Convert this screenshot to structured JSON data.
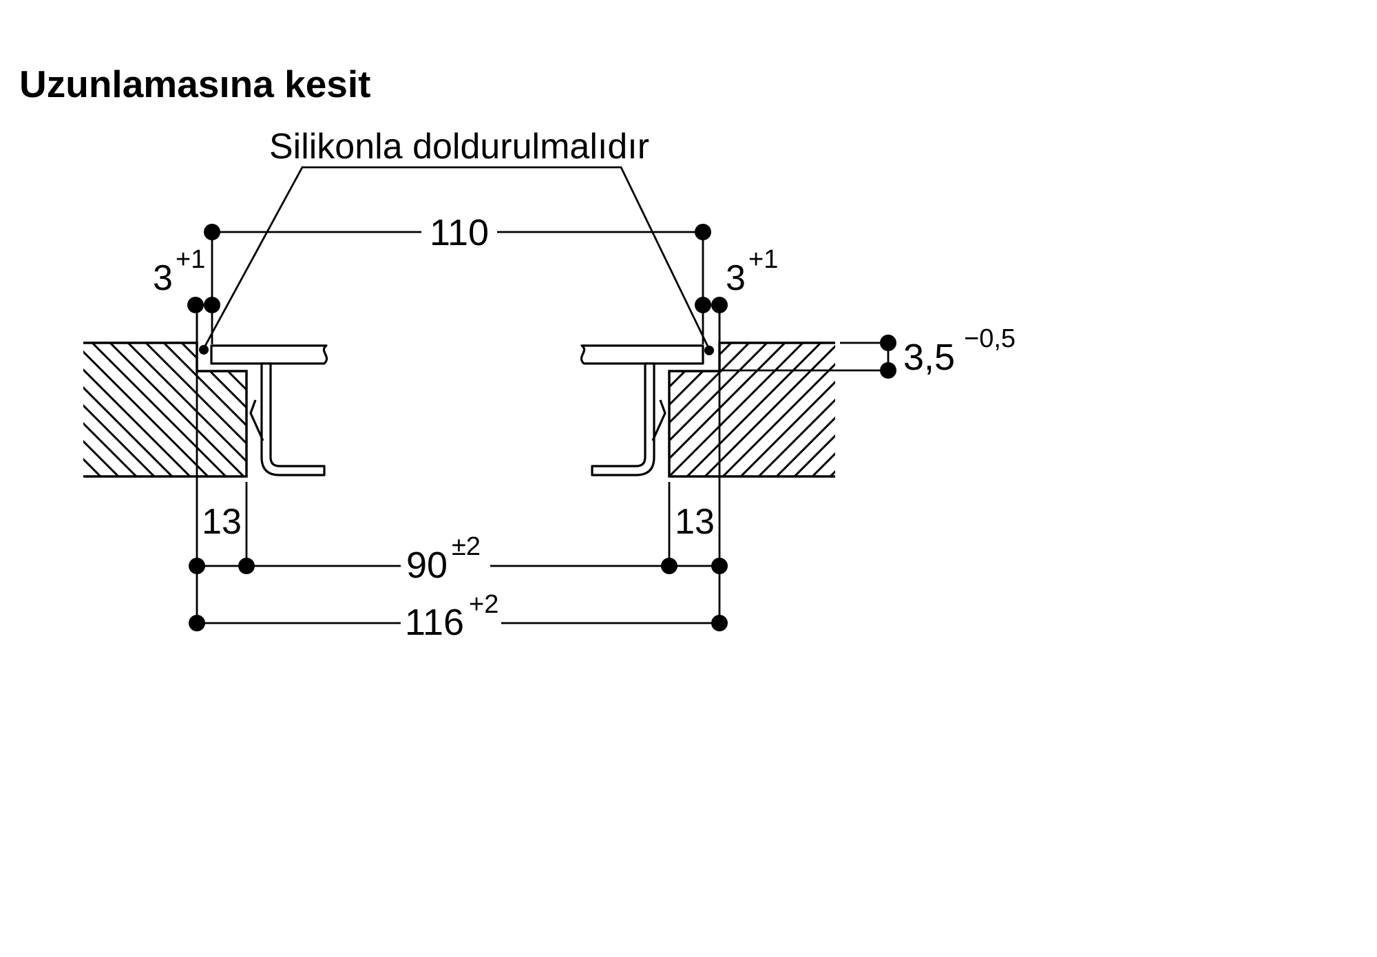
{
  "title": "Uzunlamasına kesit",
  "annotation": {
    "silicone_note": "Silikonla doldurulmalıdır"
  },
  "dimensions": {
    "overall_width": {
      "value": "110",
      "unit_note": "distance between outer flange edges"
    },
    "gap_left": {
      "value": "3",
      "tolerance": "+1"
    },
    "gap_right": {
      "value": "3",
      "tolerance": "+1"
    },
    "rebate_depth": {
      "value": "3,5",
      "tolerance": "−0,5"
    },
    "rebate_left": {
      "value": "13"
    },
    "rebate_right": {
      "value": "13"
    },
    "inner_cutout": {
      "value": "90",
      "tolerance": "±2"
    },
    "outer_cutout": {
      "value": "116",
      "tolerance": "+2"
    }
  },
  "colors": {
    "line": "#000000",
    "background": "#ffffff"
  }
}
